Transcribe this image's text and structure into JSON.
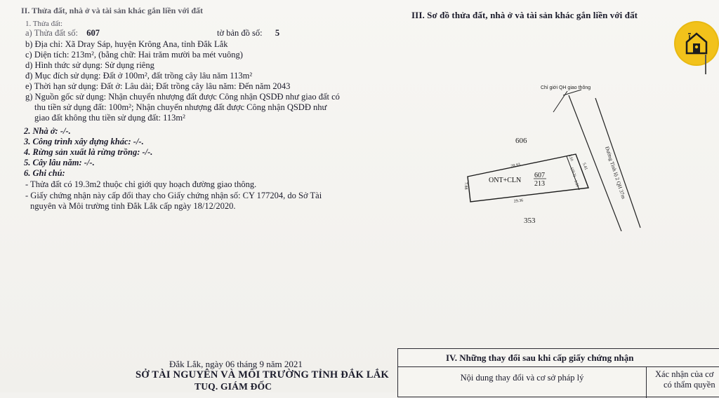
{
  "left": {
    "section2_title": "II. Thửa đất, nhà ở và tài sản khác gắn liền với đất",
    "parcel_label": "1. Thửa đất:",
    "parcel_no_label": "a) Thửa đất số:",
    "parcel_no": "607",
    "map_sheet_label": "tờ bản đồ số:",
    "map_sheet": "5",
    "address": "b) Địa chỉ:   Xã Dray Sáp, huyện Krông Ana, tỉnh Đắk Lắk",
    "area": "c) Diện tích:         213m², (bằng chữ: Hai trăm mười ba mét vuông)",
    "usage_form": "d) Hình thức sử dụng:   Sử dụng riêng",
    "purpose": "đ) Mục đích sử dụng:  Đất ở 100m², đất trồng cây lâu năm 113m²",
    "term": "e) Thời hạn sử dụng:  Đất ở: Lâu dài; Đất trồng cây lâu năm: Đến năm 2043",
    "origin_1": "g) Nguồn gốc sử dụng:  Nhận chuyển nhượng đất được Công nhận QSDĐ như giao đất có",
    "origin_2": "thu tiền sử dụng đất: 100m²; Nhận chuyển nhượng đất được Công nhận QSDĐ như",
    "origin_3": "giao đất không thu tiền sử dụng đất: 113m²",
    "house": "2. Nhà ở: -/-.",
    "other_works": "3. Công trình xây dựng khác: -/-.",
    "forest": "4. Rừng sản xuất là rừng trồng: -/-.",
    "perennial": "5. Cây lâu năm: -/-.",
    "notes_title": "6. Ghi chú:",
    "note_1": "- Thửa đất có 19.3m2 thuộc chỉ giới quy hoạch đường giao thông.",
    "note_2a": "- Giấy chứng nhận này cấp đổi thay cho Giấy chứng nhận số: CY 177204, do Sở Tài",
    "note_2b": "nguyên và Môi trường tỉnh Đắk Lắk cấp ngày 18/12/2020."
  },
  "right": {
    "section3_title": "III. Sơ đồ thửa đất, nhà ở và tài sản khác gắn liền với đất"
  },
  "diagram": {
    "boundary_label": "Chỉ giới QH giao thông",
    "road_label": "Đường Tỉnh lộ 2 QH 37m",
    "parcel_north": "606",
    "parcel_south": "353",
    "parcel_type": "ONT+CLN",
    "parcel_number": "607",
    "parcel_area": "213",
    "dim_top": "28.93",
    "dim_bottom": "29.36",
    "dim_left": "7.88",
    "dim_right_top": "3.50",
    "dim_right_bottom": "3.50",
    "dim_right": "5.41",
    "dim_inner": "(19.3)"
  },
  "signature": {
    "date_line": "Đắk Lắk, ngày  06  tháng  9   năm 2021",
    "agency": "SỞ TÀI NGUYÊN VÀ MÔI TRƯỜNG TỈNH ĐẮK LẮK",
    "role": "TUQ. GIÁM ĐỐC"
  },
  "changes_table": {
    "title": "IV. Những thay đổi sau khi cấp giấy chứng nhận",
    "col1": "Nội dung thay đổi và cơ sở pháp lý",
    "col2_line1": "Xác nhận của cơ",
    "col2_line2": "có thẩm quyền"
  },
  "colors": {
    "paper": "#f3f2ef",
    "ink": "#1a1a2a",
    "logo_yellow": "#f2c21b"
  }
}
